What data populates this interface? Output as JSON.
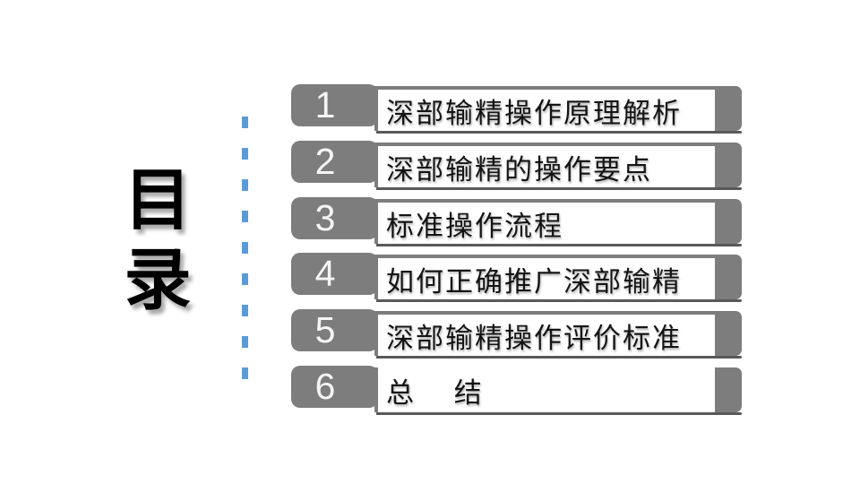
{
  "slide": {
    "title": "目\n录",
    "toc": {
      "items": [
        {
          "number": "1",
          "label": "深部输精操作原理解析"
        },
        {
          "number": "2",
          "label": "深部输精的操作要点"
        },
        {
          "number": "3",
          "label": "标准操作流程"
        },
        {
          "number": "4",
          "label": "如何正确推广深部输精"
        },
        {
          "number": "5",
          "label": "深部输精操作评价标准"
        },
        {
          "number": "6",
          "label": "总　 结"
        }
      ]
    },
    "colors": {
      "bar_gray": "#7d7d7d",
      "bar_shadow_dark": "#595959",
      "divider_blue": "#5b9bd5",
      "number_text": "#f5f5f5",
      "label_text": "#141414",
      "title_text": "#000000",
      "background": "#ffffff"
    }
  }
}
